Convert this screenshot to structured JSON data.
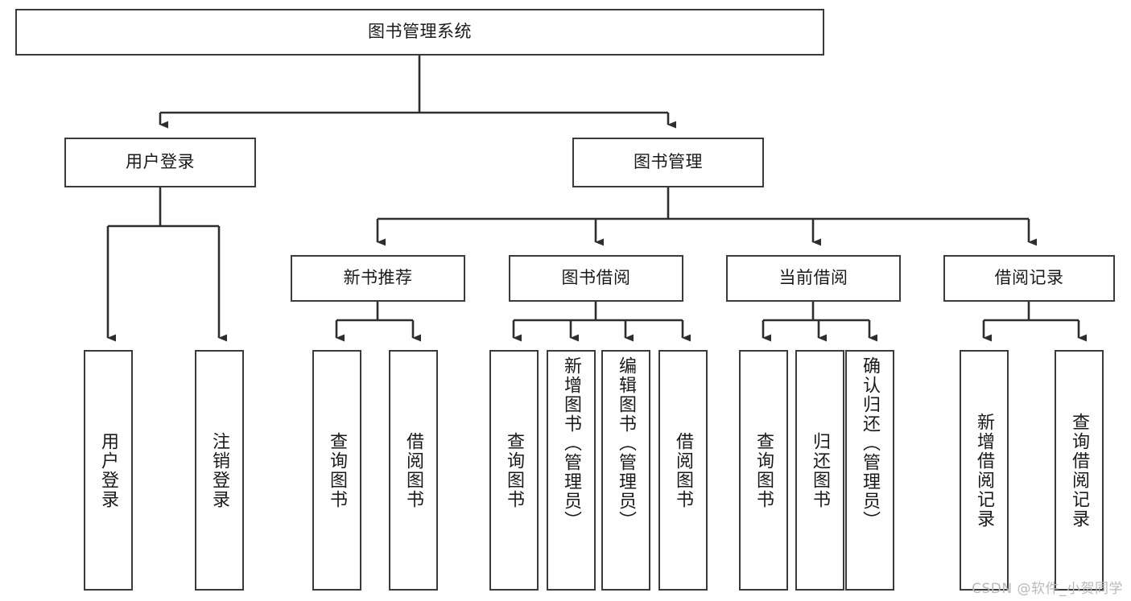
{
  "diagram": {
    "type": "tree-hierarchy-chart",
    "title": "图书管理系统",
    "watermark": "CSDN @软件_小贺同学",
    "colors": {
      "box_border": "#3b3b3b",
      "connector": "#2e2e2e",
      "background": "#ffffff",
      "text": "#1a1a1a",
      "watermark": "#b9b9b9"
    },
    "nodes": {
      "root": {
        "label": "图书管理系统",
        "orientation": "horizontal"
      },
      "level2": [
        {
          "id": "user-login",
          "label": "用户登录",
          "orientation": "horizontal"
        },
        {
          "id": "book-manage",
          "label": "图书管理",
          "orientation": "horizontal"
        }
      ],
      "level3": [
        {
          "id": "new-book-recommend",
          "label": "新书推荐",
          "orientation": "horizontal"
        },
        {
          "id": "book-borrow",
          "label": "图书借阅",
          "orientation": "horizontal"
        },
        {
          "id": "current-borrow",
          "label": "当前借阅",
          "orientation": "horizontal"
        },
        {
          "id": "borrow-record",
          "label": "借阅记录",
          "orientation": "horizontal"
        }
      ],
      "leaves": {
        "user-login": [
          {
            "id": "leaf-user-login",
            "label": "用户登录",
            "orientation": "vertical"
          },
          {
            "id": "leaf-logout-login",
            "label": "注销登录",
            "orientation": "vertical"
          }
        ],
        "new-book-recommend": [
          {
            "id": "leaf-query-book-1",
            "label": "查询图书",
            "orientation": "vertical"
          },
          {
            "id": "leaf-borrow-book-1",
            "label": "借阅图书",
            "orientation": "vertical"
          }
        ],
        "book-borrow": [
          {
            "id": "leaf-query-book-2",
            "label": "查询图书",
            "orientation": "vertical"
          },
          {
            "id": "leaf-add-book-admin",
            "label": "新增图书（管理员）",
            "orientation": "vertical"
          },
          {
            "id": "leaf-edit-book-admin",
            "label": "编辑图书（管理员）",
            "orientation": "vertical"
          },
          {
            "id": "leaf-borrow-book-2",
            "label": "借阅图书",
            "orientation": "vertical"
          }
        ],
        "current-borrow": [
          {
            "id": "leaf-query-book-3",
            "label": "查询图书",
            "orientation": "vertical"
          },
          {
            "id": "leaf-return-book",
            "label": "归还图书",
            "orientation": "vertical"
          },
          {
            "id": "leaf-confirm-return-admin",
            "label": "确认归还（管理员）",
            "orientation": "vertical"
          }
        ],
        "borrow-record": [
          {
            "id": "leaf-add-borrow-record",
            "label": "新增借阅记录",
            "orientation": "vertical"
          },
          {
            "id": "leaf-query-borrow-record",
            "label": "查询借阅记录",
            "orientation": "vertical"
          }
        ]
      }
    }
  }
}
